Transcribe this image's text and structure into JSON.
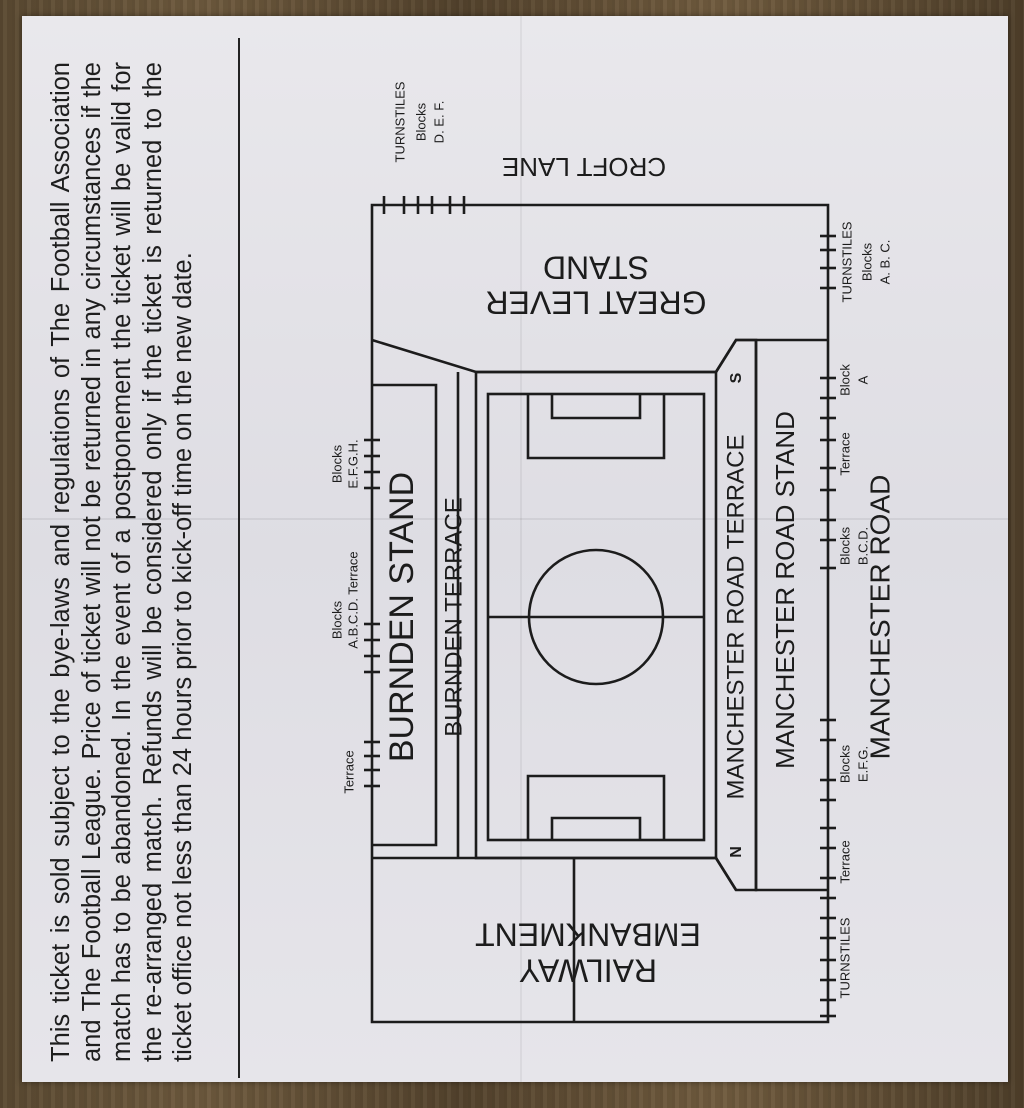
{
  "terms_text": "This ticket is sold subject to the bye-laws and regulations of The Football Association and The Football League. Price of ticket will not be returned in any circumstances if the match has to be abandoned. In the event of a postponement the ticket will be valid for the re-arranged match. Refunds will be considered only if the ticket is returned to the ticket office not less than 24 hours prior to kick-off time on the new date.",
  "map": {
    "croft_lane": "CROFT LANE",
    "great_lever_line1": "GREAT LEVER",
    "great_lever_line2": "STAND",
    "railway_line1": "RAILWAY",
    "railway_line2": "EMBANKMENT",
    "burnden_stand": "BURNDEN STAND",
    "burnden_terrace": "BURNDEN TERRACE",
    "manchester_road_terrace": "MANCHESTER ROAD TERRACE",
    "manchester_road_stand": "MANCHESTER ROAD STAND",
    "manchester_road": "MANCHESTER ROAD",
    "north": "N",
    "south": "S",
    "turnstiles_top": "TURNSTILES",
    "blocks_def_line1": "Blocks",
    "blocks_def_line2": "D. E. F.",
    "turnstiles_right_top": "TURNSTILES",
    "blocks_abc_line1": "Blocks",
    "blocks_abc_line2": "A. B. C.",
    "block_a_line1": "Block",
    "block_a_line2": "A",
    "terrace_right_1": "Terrace",
    "blocks_bcd_line1": "Blocks",
    "blocks_bcd_line2": "B.C.D.",
    "blocks_efg_line1": "Blocks",
    "blocks_efg_line2": "E.F.G.",
    "terrace_right_2": "Terrace",
    "turnstiles_right_bottom": "TURNSTILES",
    "blocks_efgh_line1": "Blocks",
    "blocks_efgh_line2": "E.F.G.H.",
    "blocks_abcd_line1": "Blocks",
    "blocks_abcd_line2": "A.B.C.D. Terrace",
    "terrace_left": "Terrace"
  }
}
